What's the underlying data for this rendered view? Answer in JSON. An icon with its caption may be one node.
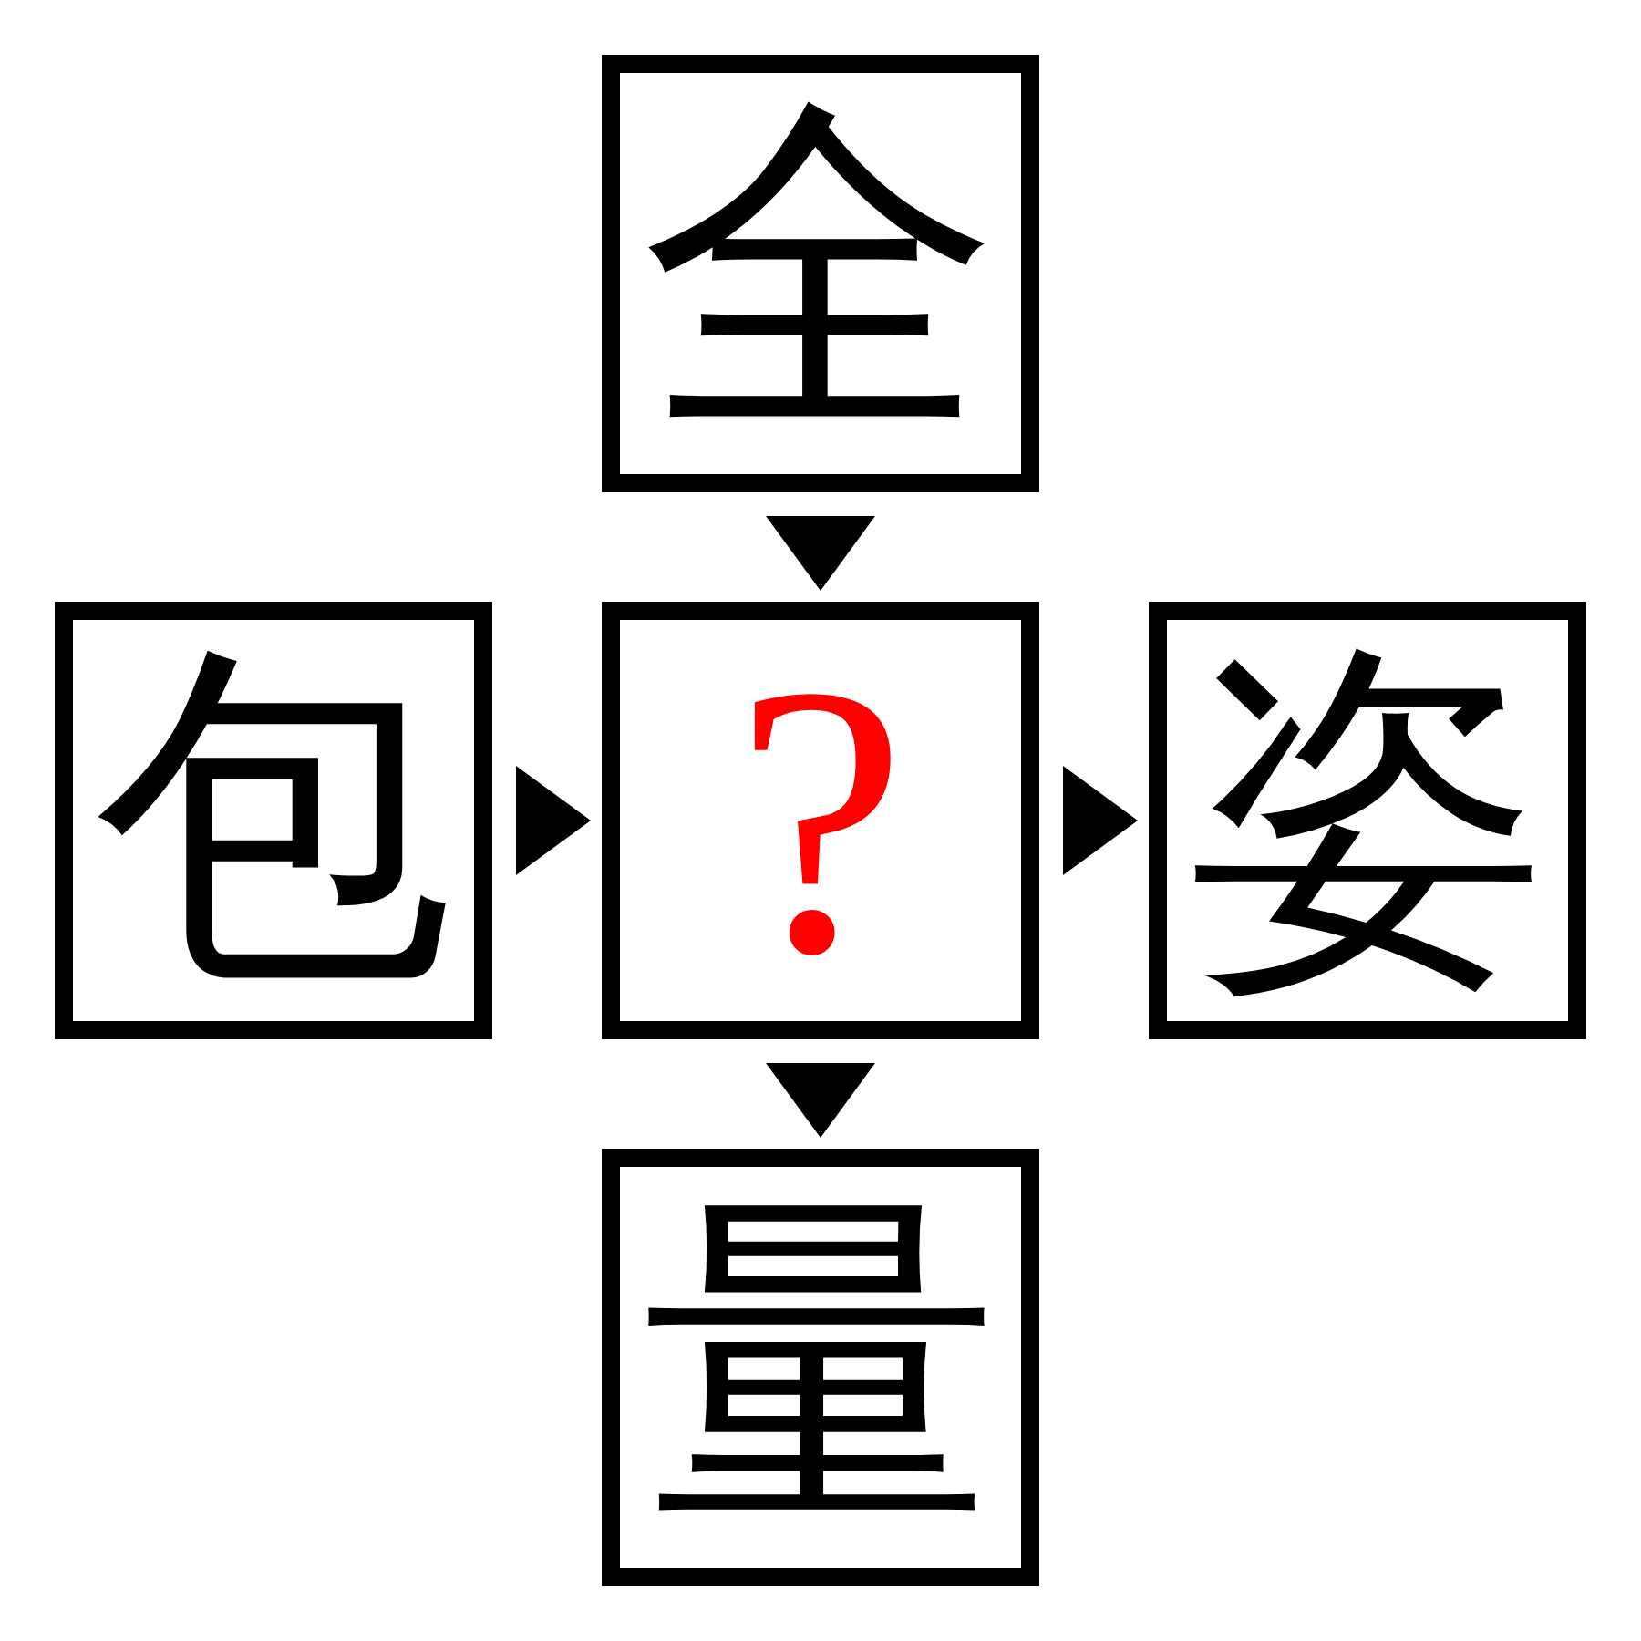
{
  "diagram": {
    "nodes": [
      {
        "text": [
          "全"
        ]
      },
      {
        "text": [
          "包"
        ]
      },
      {
        "text": [
          "?"
        ]
      },
      {
        "text": [
          "姿"
        ]
      },
      {
        "text": [
          "量"
        ]
      }
    ],
    "edges": [
      {
        "from": 0,
        "to": 2,
        "arrow": "to"
      },
      {
        "from": 1,
        "to": 2,
        "arrow": "to"
      },
      {
        "from": 2,
        "to": 3,
        "arrow": "to"
      },
      {
        "from": 2,
        "to": 4,
        "arrow": "to"
      }
    ]
  }
}
